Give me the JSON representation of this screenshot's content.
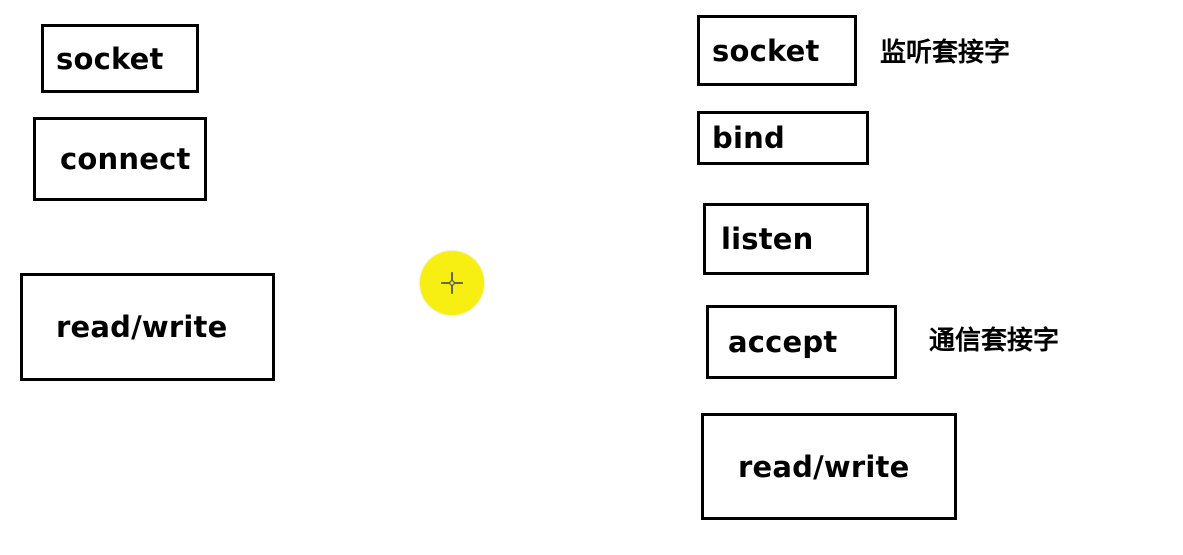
{
  "client": {
    "steps": [
      "socket",
      "connect",
      "read/write"
    ]
  },
  "server": {
    "steps": [
      "socket",
      "bind",
      "listen",
      "accept",
      "read/write"
    ],
    "annotations": {
      "listening_socket": "监听套接字",
      "communication_socket": "通信套接字"
    }
  },
  "cursor": {
    "icon": "crosshair-icon",
    "highlight_color": "#f7ef12"
  }
}
